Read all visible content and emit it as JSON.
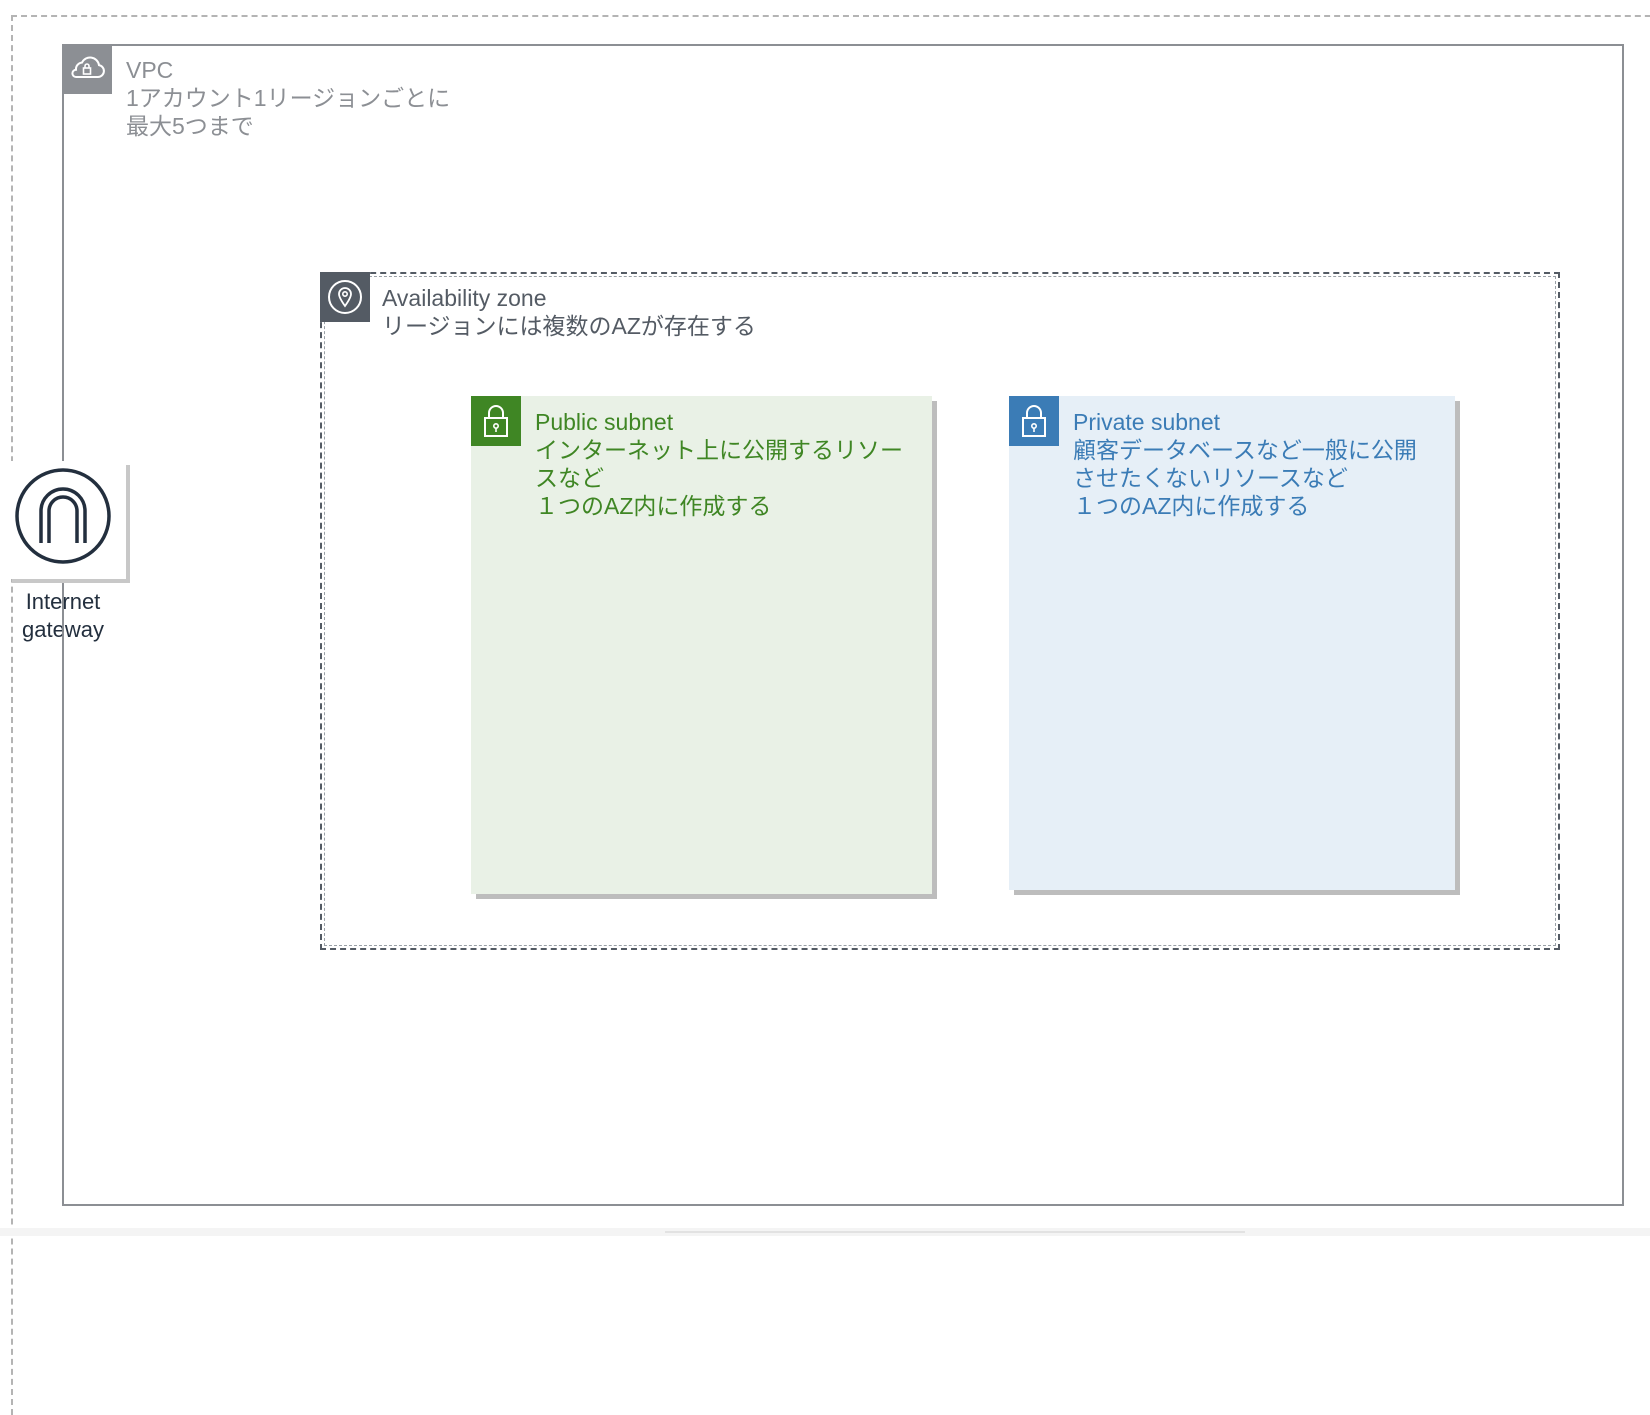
{
  "diagram": {
    "vpc": {
      "title": "VPC",
      "lines": [
        "1アカウント1リージョンごとに",
        "最大5つまで"
      ],
      "icon": "cloud-lock-icon",
      "color": "#8c8f94"
    },
    "availability_zone": {
      "title": "Availability zone",
      "lines": [
        "リージョンには複数のAZが存在する"
      ],
      "icon": "location-pin-icon",
      "color": "#545b64"
    },
    "public_subnet": {
      "title": "Public subnet",
      "lines": [
        "インターネット上に公開するリソー",
        "スなど",
        "１つのAZ内に作成する"
      ],
      "icon": "padlock-icon",
      "color": "#3f8624",
      "fill": "#e9f1e6"
    },
    "private_subnet": {
      "title": "Private subnet",
      "lines": [
        "顧客データベースなど一般に公開",
        "させたくないリソースなど",
        "１つのAZ内に作成する"
      ],
      "icon": "padlock-icon",
      "color": "#3b7cb6",
      "fill": "#e6eff7"
    },
    "internet_gateway": {
      "label_lines": [
        "Internet",
        "gateway"
      ],
      "icon": "internet-gateway-icon",
      "color": "#232f3e"
    }
  }
}
